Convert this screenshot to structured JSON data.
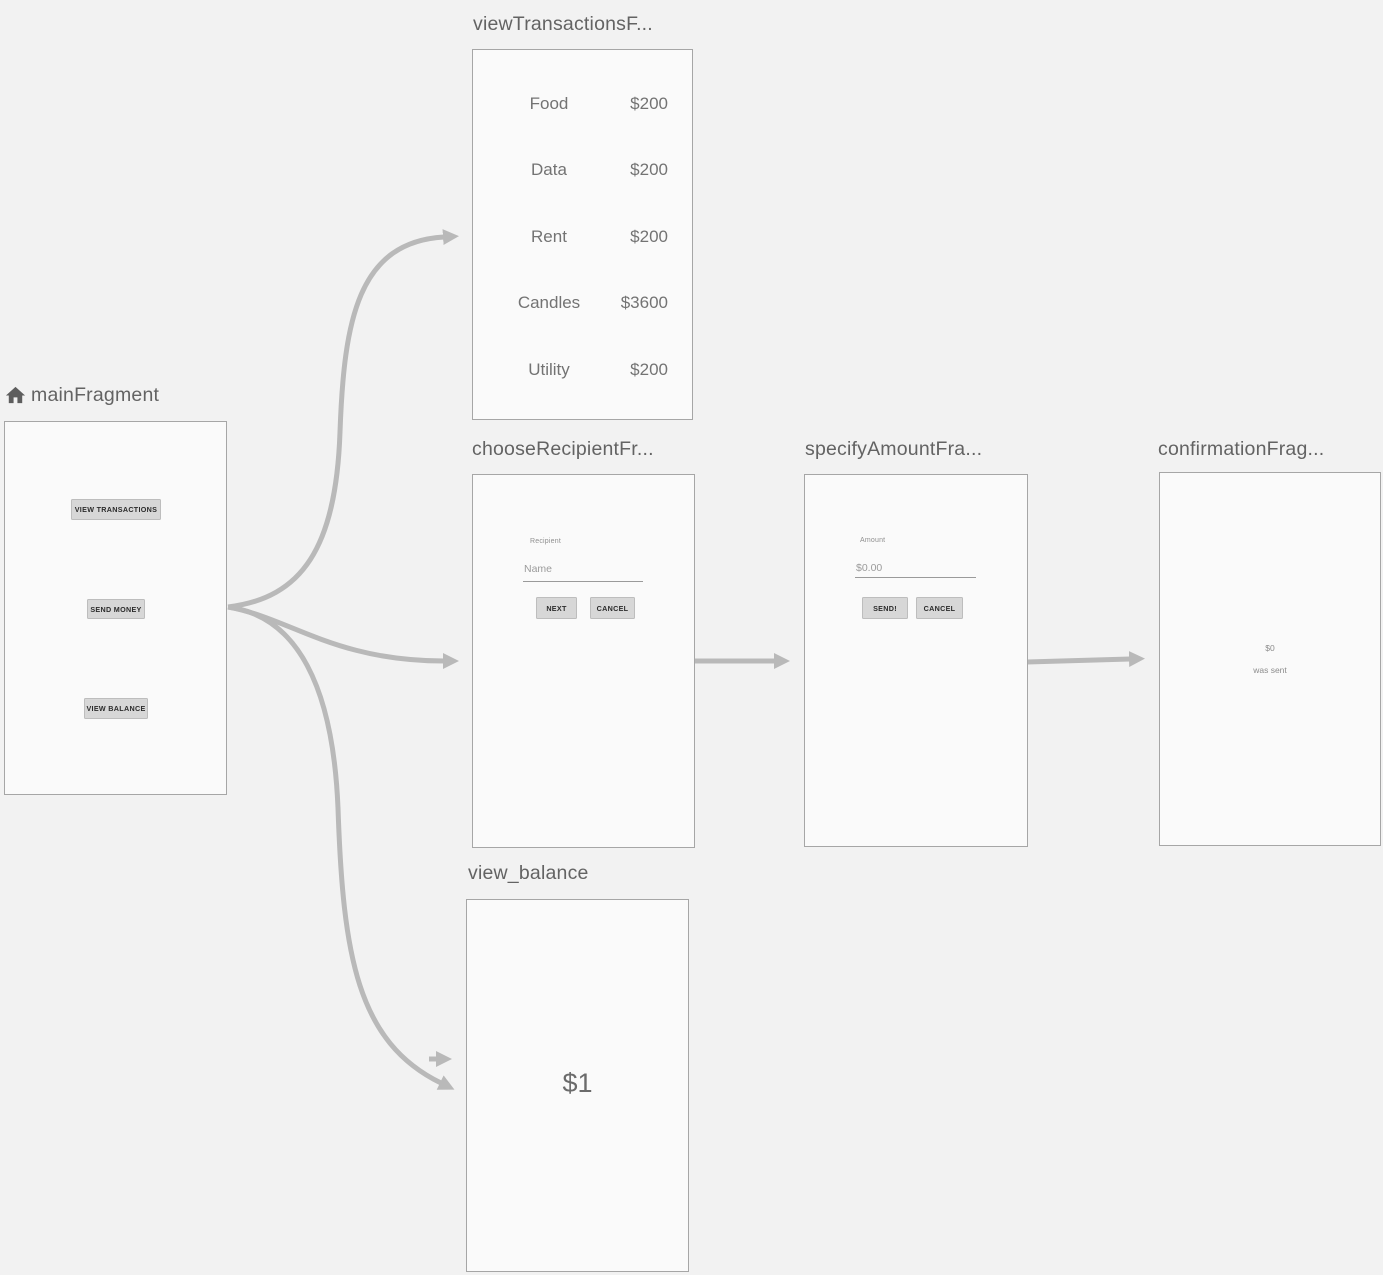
{
  "colors": {
    "canvas_bg": "#f2f2f2",
    "card_bg": "#fafafa",
    "card_border": "#a6a6a6",
    "arrow": "#b9b9b9",
    "title_text": "#636363",
    "button_bg": "#d7d7d7"
  },
  "fragments": {
    "main": {
      "title": "mainFragment",
      "buttons": {
        "view_transactions": "VIEW TRANSACTIONS",
        "send_money": "SEND MONEY",
        "view_balance": "VIEW BALANCE"
      }
    },
    "view_transactions": {
      "title": "viewTransactionsF...",
      "rows": [
        {
          "label": "Food",
          "value": "$200"
        },
        {
          "label": "Data",
          "value": "$200"
        },
        {
          "label": "Rent",
          "value": "$200"
        },
        {
          "label": "Candles",
          "value": "$3600"
        },
        {
          "label": "Utility",
          "value": "$200"
        }
      ]
    },
    "choose_recipient": {
      "title": "chooseRecipientFr...",
      "field_label": "Recipient",
      "field_placeholder": "Name",
      "next_button": "NEXT",
      "cancel_button": "CANCEL"
    },
    "specify_amount": {
      "title": "specifyAmountFra...",
      "field_label": "Amount",
      "field_placeholder": "$0.00",
      "send_button": "SEND!",
      "cancel_button": "CANCEL"
    },
    "confirmation": {
      "title": "confirmationFrag...",
      "amount": "$0",
      "message": "was sent"
    },
    "view_balance": {
      "title": "view_balance",
      "balance": "$1"
    }
  }
}
